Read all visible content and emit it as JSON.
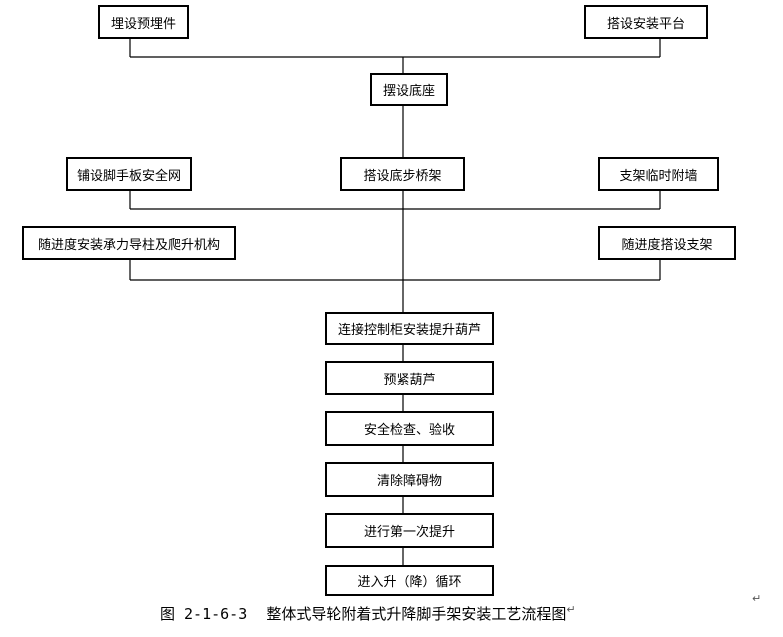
{
  "nodes": {
    "n1": "埋设预埋件",
    "n2": "搭设安装平台",
    "n3": "摆设底座",
    "n4": "铺设脚手板安全网",
    "n5": "搭设底步桥架",
    "n6": "支架临时附墙",
    "n7": "随进度安装承力导柱及爬升机构",
    "n8": "随进度搭设支架",
    "n9": "连接控制柜安装提升葫芦",
    "n10": "预紧葫芦",
    "n11": "安全检查、验收",
    "n12": "清除障碍物",
    "n13": "进行第一次提升",
    "n14": "进入升（降）循环"
  },
  "caption": {
    "code": "图 2-1-6-3",
    "title": "整体式导轮附着式升降脚手架安装工艺流程图"
  },
  "marks": {
    "return_symbol": "↵"
  }
}
